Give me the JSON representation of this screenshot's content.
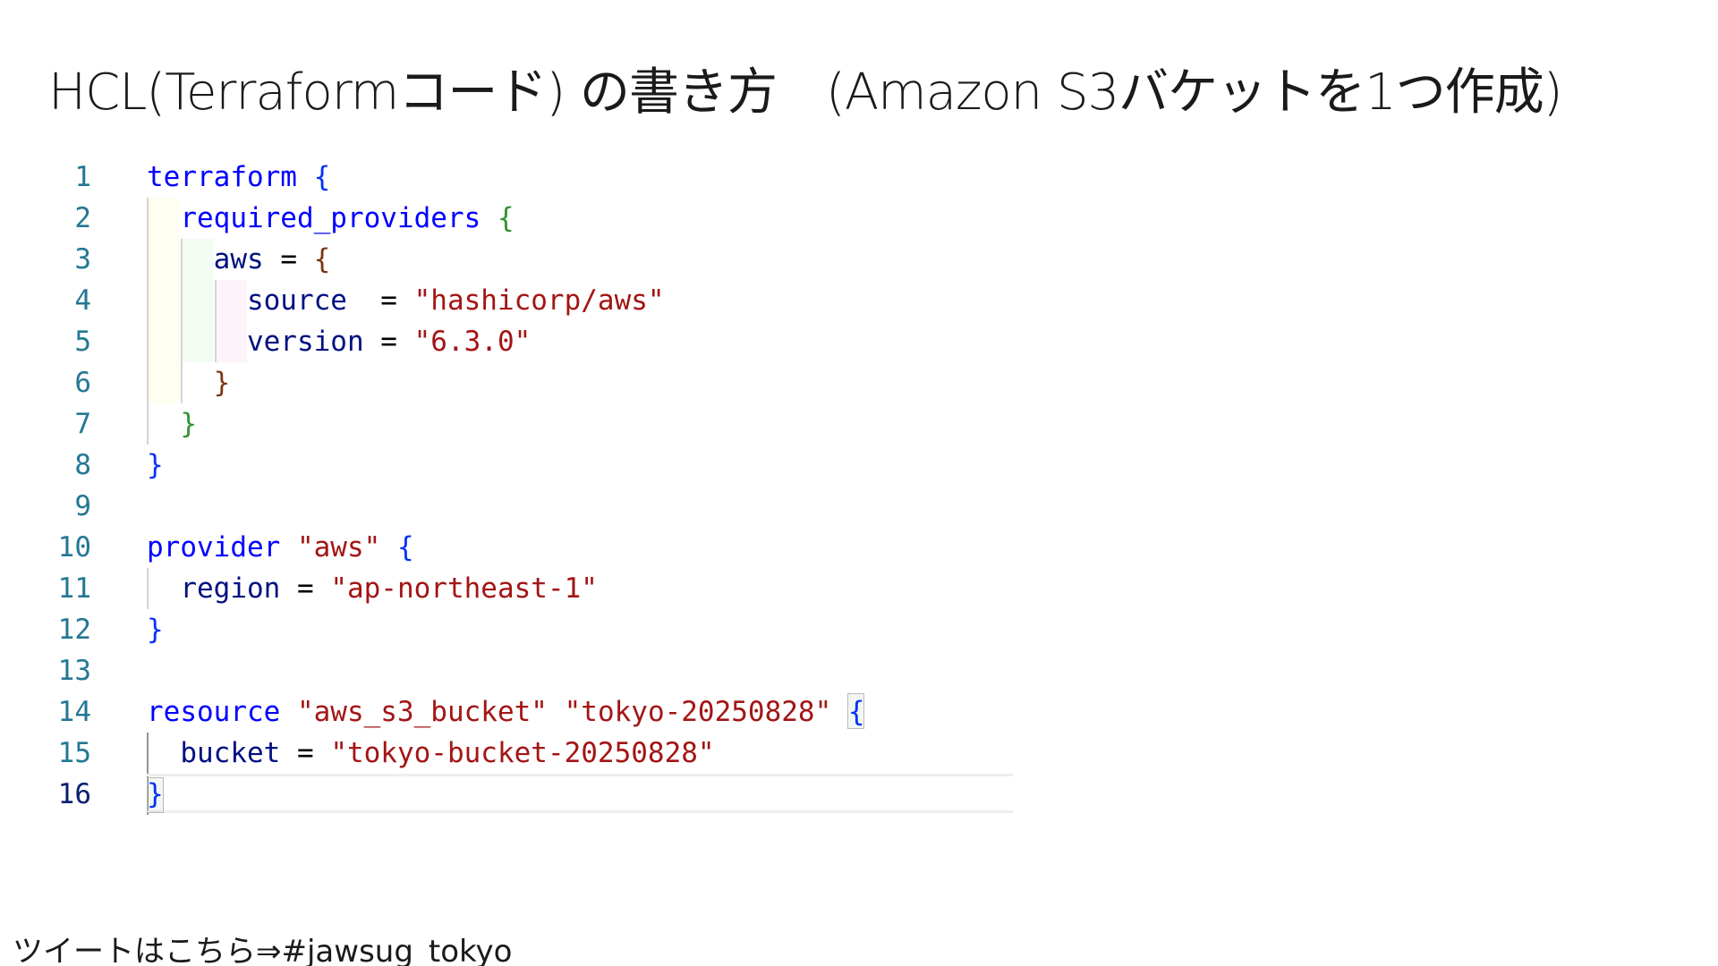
{
  "slide": {
    "title": "HCL(Terraformコード) の書き方　(Amazon S3バケットを1つ作成)",
    "footer": "ツイートはこちら⇒#jawsug_tokyo"
  },
  "code": {
    "language": "hcl",
    "active_line": 16,
    "lines": [
      {
        "number": "1",
        "tokens": [
          {
            "t": "terraform",
            "c": "kw"
          },
          {
            "t": " "
          },
          {
            "t": "{",
            "c": "b1"
          }
        ]
      },
      {
        "number": "2",
        "tokens": [
          {
            "t": "  "
          },
          {
            "t": "required_providers",
            "c": "kw"
          },
          {
            "t": " "
          },
          {
            "t": "{",
            "c": "b2"
          }
        ]
      },
      {
        "number": "3",
        "tokens": [
          {
            "t": "    "
          },
          {
            "t": "aws",
            "c": "id"
          },
          {
            "t": " = "
          },
          {
            "t": "{",
            "c": "b3"
          }
        ]
      },
      {
        "number": "4",
        "tokens": [
          {
            "t": "      "
          },
          {
            "t": "source",
            "c": "id"
          },
          {
            "t": "  = "
          },
          {
            "t": "\"hashicorp/aws\"",
            "c": "str"
          }
        ]
      },
      {
        "number": "5",
        "tokens": [
          {
            "t": "      "
          },
          {
            "t": "version",
            "c": "id"
          },
          {
            "t": " = "
          },
          {
            "t": "\"6.3.0\"",
            "c": "str"
          }
        ]
      },
      {
        "number": "6",
        "tokens": [
          {
            "t": "    "
          },
          {
            "t": "}",
            "c": "b3"
          }
        ]
      },
      {
        "number": "7",
        "tokens": [
          {
            "t": "  "
          },
          {
            "t": "}",
            "c": "b2"
          }
        ]
      },
      {
        "number": "8",
        "tokens": [
          {
            "t": "}",
            "c": "b1"
          }
        ]
      },
      {
        "number": "9",
        "tokens": []
      },
      {
        "number": "10",
        "tokens": [
          {
            "t": "provider",
            "c": "kw"
          },
          {
            "t": " "
          },
          {
            "t": "\"aws\"",
            "c": "str"
          },
          {
            "t": " "
          },
          {
            "t": "{",
            "c": "b1"
          }
        ]
      },
      {
        "number": "11",
        "tokens": [
          {
            "t": "  "
          },
          {
            "t": "region",
            "c": "id"
          },
          {
            "t": " = "
          },
          {
            "t": "\"ap-northeast-1\"",
            "c": "str"
          }
        ]
      },
      {
        "number": "12",
        "tokens": [
          {
            "t": "}",
            "c": "b1"
          }
        ]
      },
      {
        "number": "13",
        "tokens": []
      },
      {
        "number": "14",
        "tokens": [
          {
            "t": "resource",
            "c": "kw"
          },
          {
            "t": " "
          },
          {
            "t": "\"aws_s3_bucket\"",
            "c": "str"
          },
          {
            "t": " "
          },
          {
            "t": "\"tokyo-20250828\"",
            "c": "str"
          },
          {
            "t": " "
          },
          {
            "t": "{",
            "c": "b1"
          }
        ]
      },
      {
        "number": "15",
        "tokens": [
          {
            "t": "  "
          },
          {
            "t": "bucket",
            "c": "id"
          },
          {
            "t": " = "
          },
          {
            "t": "\"tokyo-bucket-20250828\"",
            "c": "str"
          }
        ]
      },
      {
        "number": "16",
        "tokens": [
          {
            "t": "}",
            "c": "b1"
          }
        ]
      }
    ]
  },
  "colors": {
    "keyword": "#0000ff",
    "string": "#a31515",
    "identifier": "#001080",
    "line_number": "#237893",
    "active_line_number": "#0b216f",
    "bracket_level_1": "#0431fa",
    "bracket_level_2": "#319331",
    "bracket_level_3": "#7b3814"
  }
}
